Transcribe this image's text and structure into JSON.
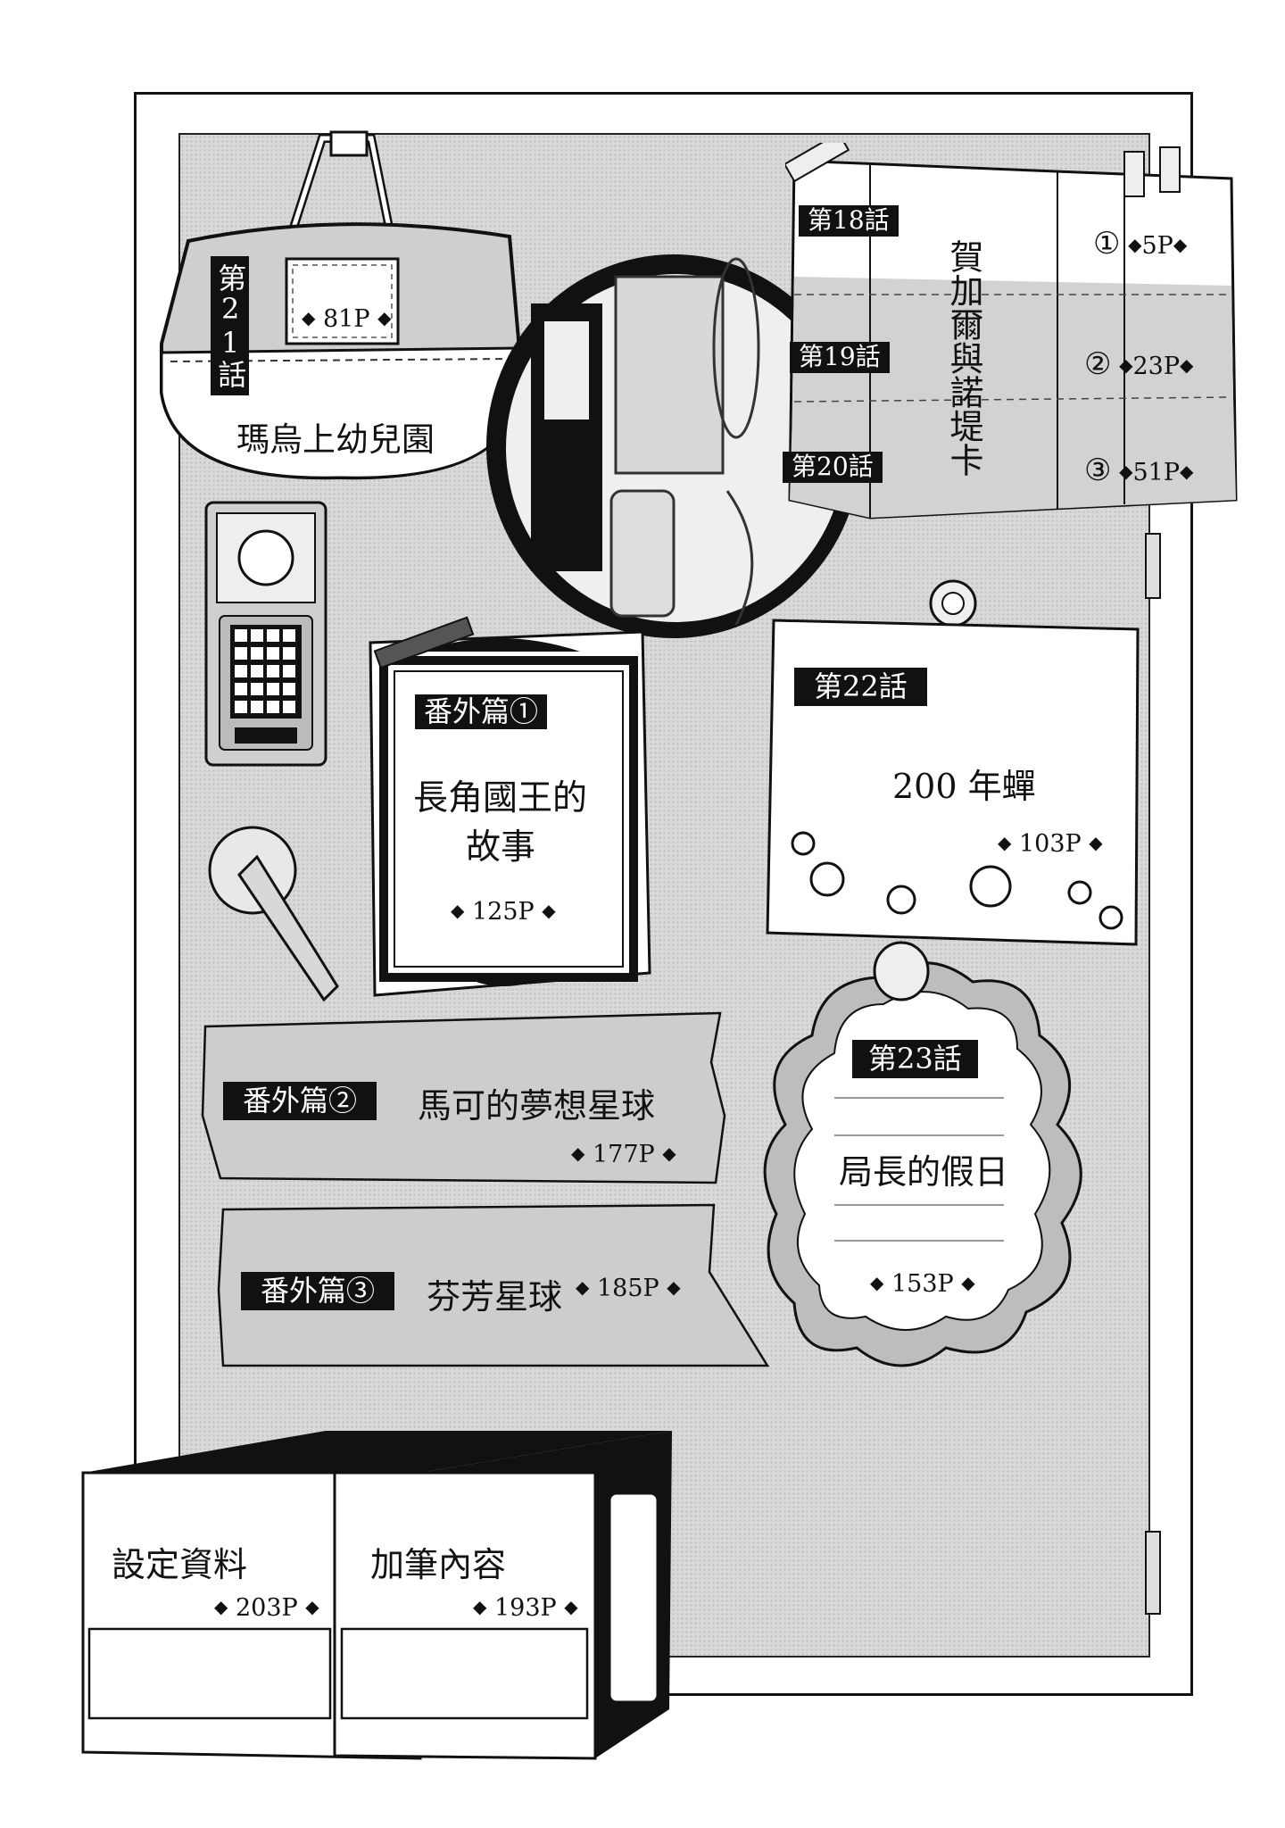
{
  "chapters": {
    "ch18": {
      "tag": "第18話",
      "circled": "①",
      "page": "5P"
    },
    "ch19": {
      "tag": "第19話",
      "circled": "②",
      "page": "23P"
    },
    "ch20": {
      "tag": "第20話",
      "circled": "③",
      "page": "51P"
    },
    "ch18_20_title": "賀加爾與諾堤卡",
    "ch21": {
      "tag": "第21話",
      "title": "瑪烏上幼兒園",
      "page": "81P"
    },
    "ch22": {
      "tag": "第22話",
      "title": "200 年蟬",
      "page": "103P"
    },
    "ch23": {
      "tag": "第23話",
      "title": "局長的假日",
      "page": "153P"
    },
    "extra1": {
      "tag": "番外篇①",
      "title_line1": "長角國王的",
      "title_line2": "故事",
      "page": "125P"
    },
    "extra2": {
      "tag": "番外篇②",
      "title": "馬可的夢想星球",
      "page": "177P"
    },
    "extra3": {
      "tag": "番外篇③",
      "title": "芬芳星球",
      "page": "185P"
    },
    "settings": {
      "title": "設定資料",
      "page": "203P"
    },
    "bonus": {
      "title": "加筆內容",
      "page": "193P"
    }
  },
  "icons": [
    "tote-bag-icon",
    "round-mirror-icon",
    "folded-paper-icon",
    "intercom-keypad-icon",
    "door-handle-icon",
    "pushpin-icon",
    "ornate-frame-icon",
    "cloud-note-icon",
    "box-icon"
  ]
}
